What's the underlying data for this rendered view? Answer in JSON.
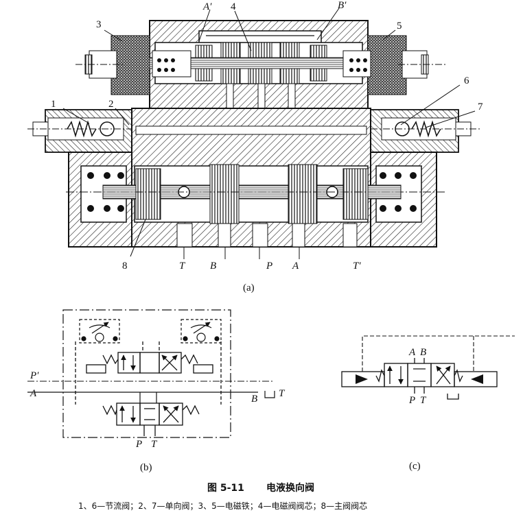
{
  "figure": {
    "caption_number": "图 5-11",
    "caption_title": "电液换向阀",
    "legend": "1、6—节流阀；2、7—单向阀；3、5—电磁铁；4—电磁阀阀芯；8—主阀阀芯"
  },
  "panel_a": {
    "label": "(a)",
    "part_numbers": [
      "1",
      "2",
      "3",
      "4",
      "5",
      "6",
      "7",
      "8"
    ],
    "pilot_ports": {
      "a_prime": "A′",
      "b_prime": "B′"
    },
    "bottom_ports": {
      "t": "T",
      "b": "B",
      "p": "P",
      "a": "A",
      "t_prime": "T′"
    }
  },
  "panel_b": {
    "label": "(b)",
    "ports": {
      "p_prime": "P′",
      "a": "A",
      "b": "B",
      "t_right": "T",
      "p": "P",
      "t": "T"
    }
  },
  "panel_c": {
    "label": "(c)",
    "ports": {
      "a": "A",
      "b": "B",
      "p": "P",
      "t": "T"
    }
  }
}
